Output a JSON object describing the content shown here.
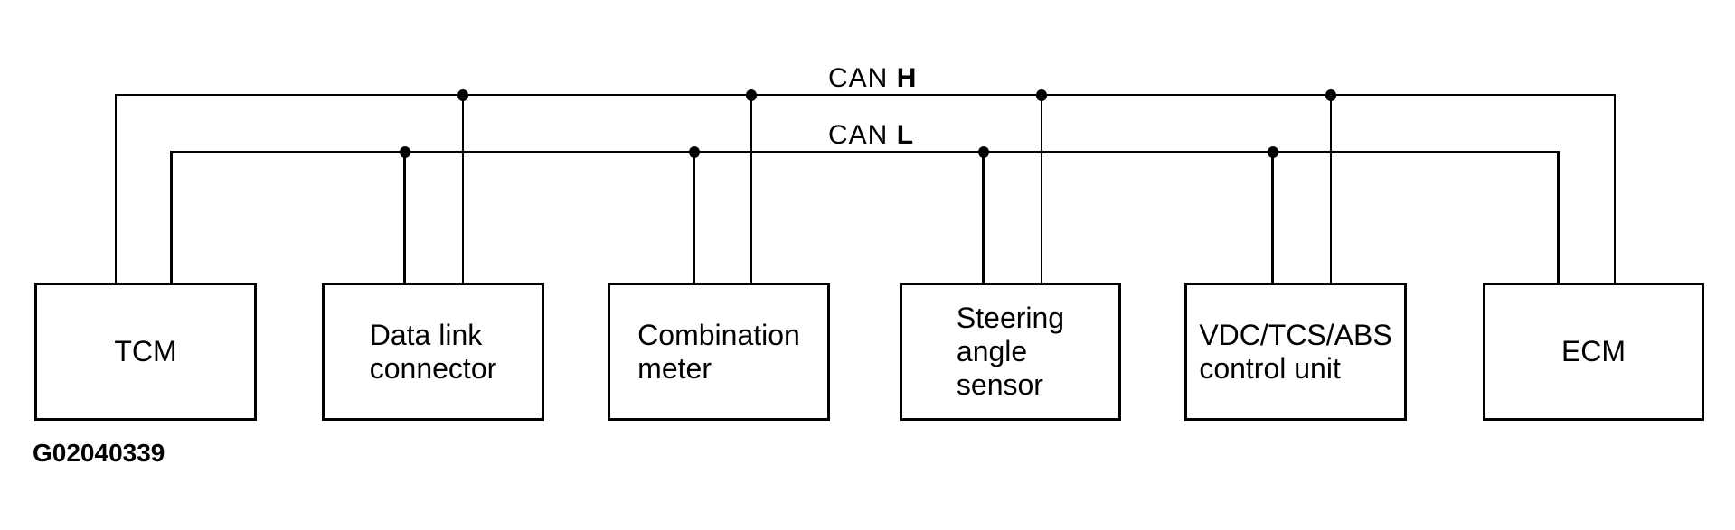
{
  "canvas": {
    "background_color": "#ffffff",
    "line_color": "#000000",
    "text_color": "#000000"
  },
  "bus": {
    "can_h": {
      "prefix": "CAN",
      "letter": "H"
    },
    "can_l": {
      "prefix": "CAN",
      "letter": "L"
    }
  },
  "nodes": [
    {
      "id": "tcm",
      "label": "TCM"
    },
    {
      "id": "data-link-connector",
      "label": "Data link\nconnector"
    },
    {
      "id": "combination-meter",
      "label": "Combination\nmeter"
    },
    {
      "id": "steering-angle-sensor",
      "label": "Steering\nangle\nsensor"
    },
    {
      "id": "vdc-tcs-abs-control-unit",
      "label": "VDC/TCS/ABS\ncontrol unit"
    },
    {
      "id": "ecm",
      "label": "ECM"
    }
  ],
  "figure_code": "G02040339"
}
